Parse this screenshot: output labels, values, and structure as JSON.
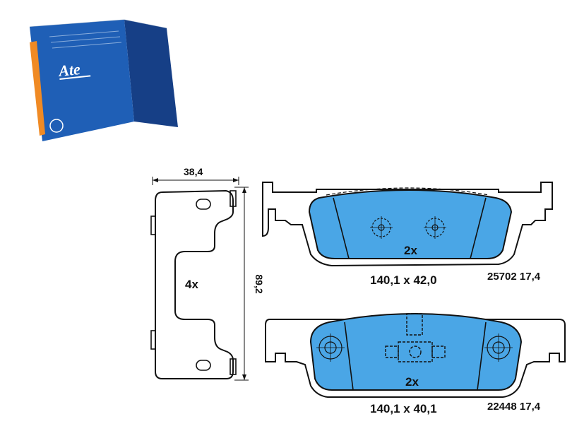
{
  "brand": {
    "logo_text": "Ate",
    "box_color": "#1f5fb6",
    "box_side_color": "#163f86"
  },
  "colors": {
    "pad_fill": "#4aa6e6",
    "outline": "#111111"
  },
  "spring": {
    "width_label": "38,4",
    "height_label": "89,2",
    "quantity_label": "4x"
  },
  "pads": [
    {
      "quantity_label": "2x",
      "dimensions_label": "140,1 x 42,0",
      "part_label": "25702 17,4"
    },
    {
      "quantity_label": "2x",
      "dimensions_label": "140,1 x 40,1",
      "part_label": "22448 17,4"
    }
  ]
}
